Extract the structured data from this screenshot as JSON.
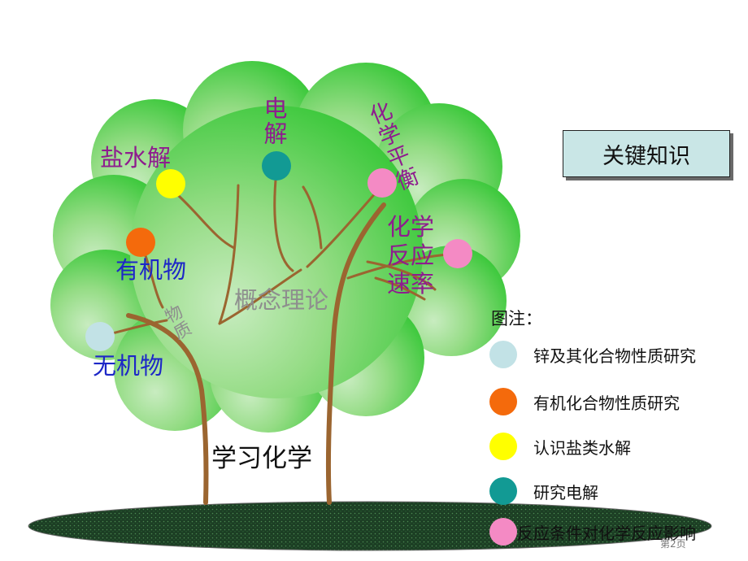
{
  "canopy_labels": {
    "yan_shui_jie": "盐水解",
    "dian_jie": "电解",
    "hua_xue_ping_heng": "化学平衡",
    "you_ji_wu": "有机物",
    "wu_ji_wu": "无机物",
    "wu_zhi": "物质",
    "gai_nian_li_lun": "概念理论",
    "hua_xue_fan_ying_su_lv": [
      "化学",
      "反应",
      "速率"
    ]
  },
  "trunk_label": "学习化学",
  "key_box": "关键知识",
  "legend": {
    "title": "图注：",
    "items": [
      {
        "color": "#c2e2e6",
        "label": "锌及其化合物性质研究",
        "icon": "light-blue-dot"
      },
      {
        "color": "#f46a0c",
        "label": "有机化合物性质研究",
        "icon": "orange-dot"
      },
      {
        "color": "#ffff00",
        "label": "认识盐类水解",
        "icon": "yellow-dot"
      },
      {
        "color": "#129a94",
        "label": "研究电解",
        "icon": "teal-dot"
      },
      {
        "color": "#f48ac4",
        "label": "反应条件对化学反应影响",
        "icon": "pink-dot"
      }
    ]
  },
  "page_number": "第2页"
}
